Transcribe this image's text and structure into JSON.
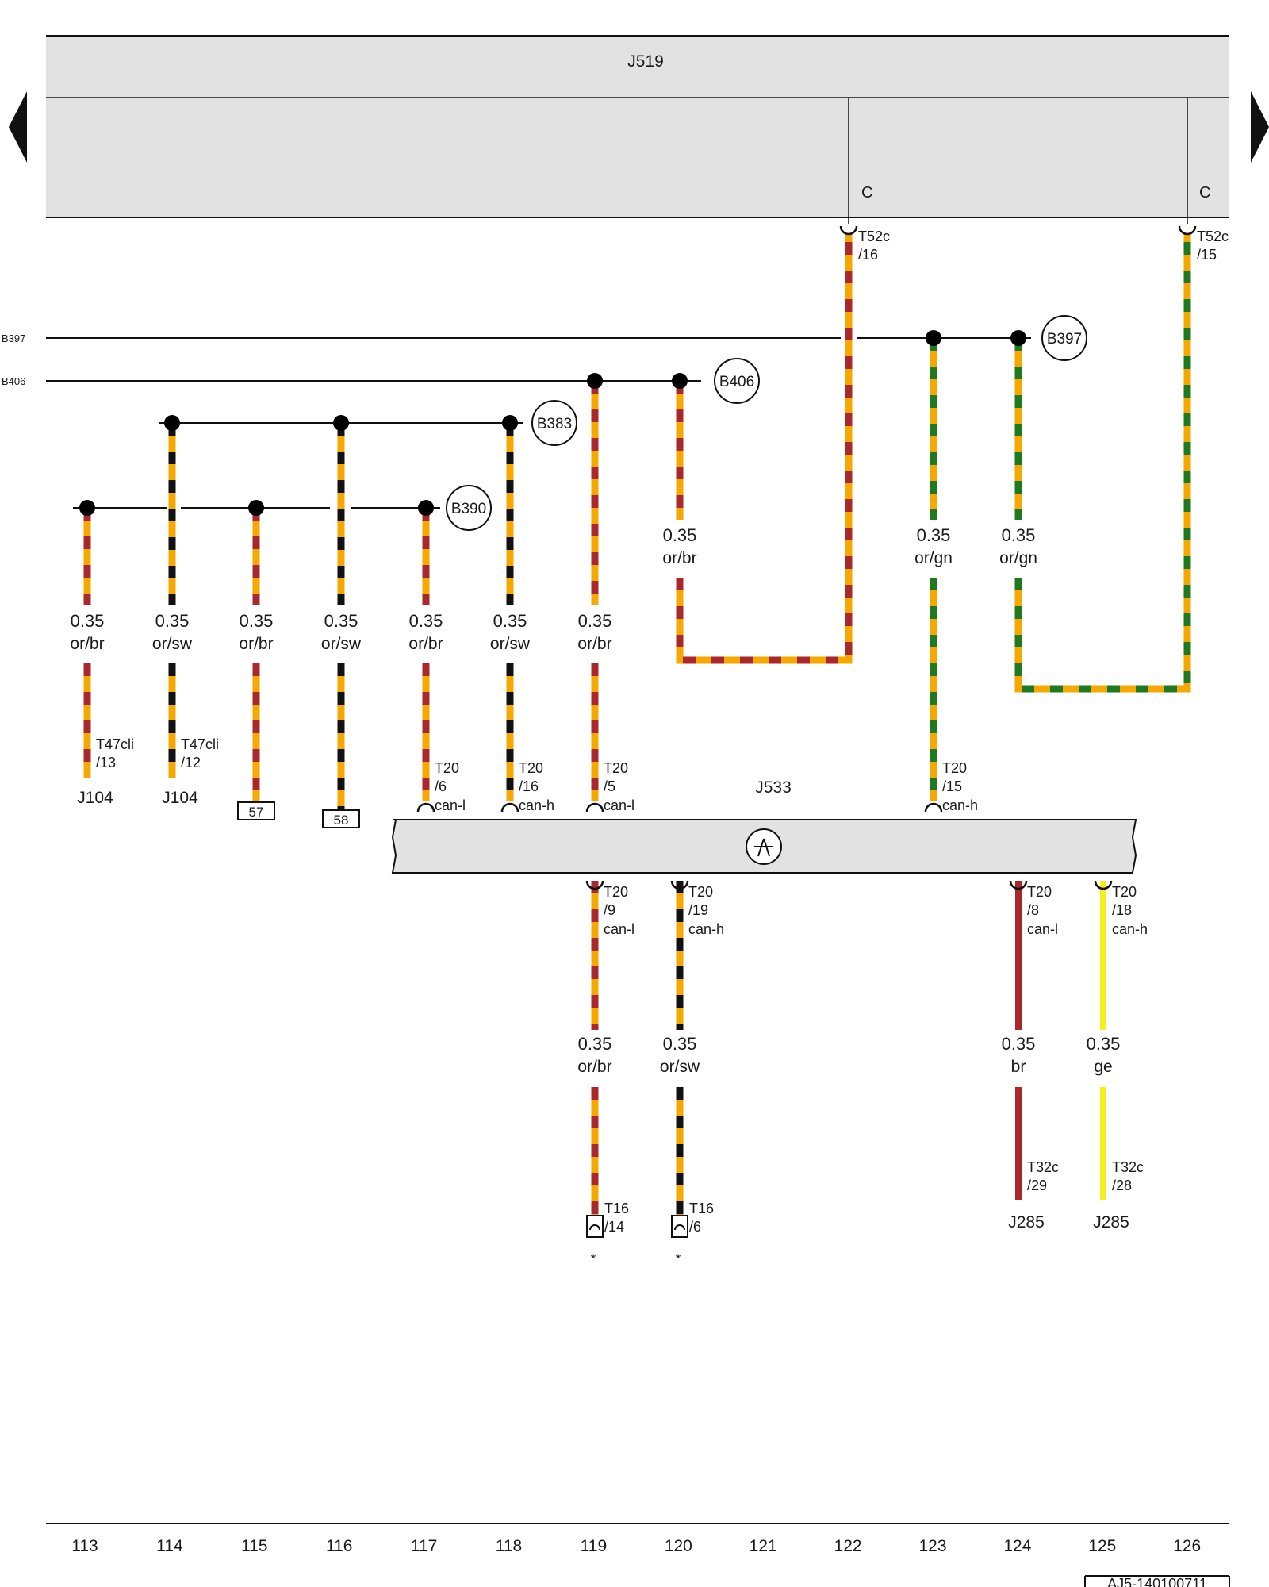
{
  "modules": {
    "top": {
      "name": "J519",
      "pin_c1": "C",
      "pin_c2": "C"
    },
    "gateway": {
      "name": "J533"
    }
  },
  "bus_labels": {
    "b397": "B397",
    "b406": "B406"
  },
  "nodes": {
    "b397": "B397",
    "b406": "B406",
    "b383": "B383",
    "b390": "B390"
  },
  "wires": [
    {
      "id": "w113",
      "size": "0.35",
      "color_code": "or/br",
      "pin": "T47cli",
      "pin_no": "/13",
      "dest": "J104"
    },
    {
      "id": "w114",
      "size": "0.35",
      "color_code": "or/sw",
      "pin": "T47cli",
      "pin_no": "/12",
      "dest": "J104"
    },
    {
      "id": "w115",
      "size": "0.35",
      "color_code": "or/br",
      "box": "57"
    },
    {
      "id": "w116",
      "size": "0.35",
      "color_code": "or/sw",
      "box": "58"
    },
    {
      "id": "w117",
      "size": "0.35",
      "color_code": "or/br",
      "pin": "T20",
      "pin_no": "/6",
      "signal": "can-l"
    },
    {
      "id": "w118",
      "size": "0.35",
      "color_code": "or/sw",
      "pin": "T20",
      "pin_no": "/16",
      "signal": "can-h"
    },
    {
      "id": "w119",
      "size": "0.35",
      "color_code": "or/br",
      "pin": "T20",
      "pin_no": "/5",
      "signal": "can-l"
    },
    {
      "id": "w121",
      "size": "0.35",
      "color_code": "or/br"
    },
    {
      "id": "w123",
      "size": "0.35",
      "color_code": "or/gn",
      "pin": "T20",
      "pin_no": "/15",
      "signal": "can-h"
    },
    {
      "id": "w124",
      "size": "0.35",
      "color_code": "or/gn"
    },
    {
      "id": "w122_top",
      "pin": "T52c",
      "pin_no": "/16"
    },
    {
      "id": "w126_top",
      "pin": "T52c",
      "pin_no": "/15"
    }
  ],
  "lower_wires": [
    {
      "id": "l119",
      "size": "0.35",
      "color_code": "or/br",
      "pin": "T20",
      "pin_no": "/9",
      "signal": "can-l",
      "end_pin": "T16",
      "end_no": "/14",
      "mark": "*"
    },
    {
      "id": "l120",
      "size": "0.35",
      "color_code": "or/sw",
      "pin": "T20",
      "pin_no": "/19",
      "signal": "can-h",
      "end_pin": "T16",
      "end_no": "/6",
      "mark": "*"
    },
    {
      "id": "l124",
      "size": "0.35",
      "color_code": "br",
      "pin": "T20",
      "pin_no": "/8",
      "signal": "can-l",
      "end_pin": "T32c",
      "end_no": "/29",
      "dest": "J285"
    },
    {
      "id": "l125",
      "size": "0.35",
      "color_code": "ge",
      "pin": "T20",
      "pin_no": "/18",
      "signal": "can-h",
      "end_pin": "T32c",
      "end_no": "/28",
      "dest": "J285"
    }
  ],
  "colors": {
    "orange": "#f5a800",
    "brown": "#a8282c",
    "black": "#111111",
    "green": "#1f7a1f",
    "yellow": "#f4f21a",
    "module_fill": "#e2e2e2"
  },
  "grid_numbers": [
    "113",
    "114",
    "115",
    "116",
    "117",
    "118",
    "119",
    "120",
    "121",
    "122",
    "123",
    "124",
    "125",
    "126"
  ],
  "footer": {
    "ref": "AJ5-140100711"
  },
  "nav": {
    "prev": "previous-page",
    "next": "next-page"
  }
}
